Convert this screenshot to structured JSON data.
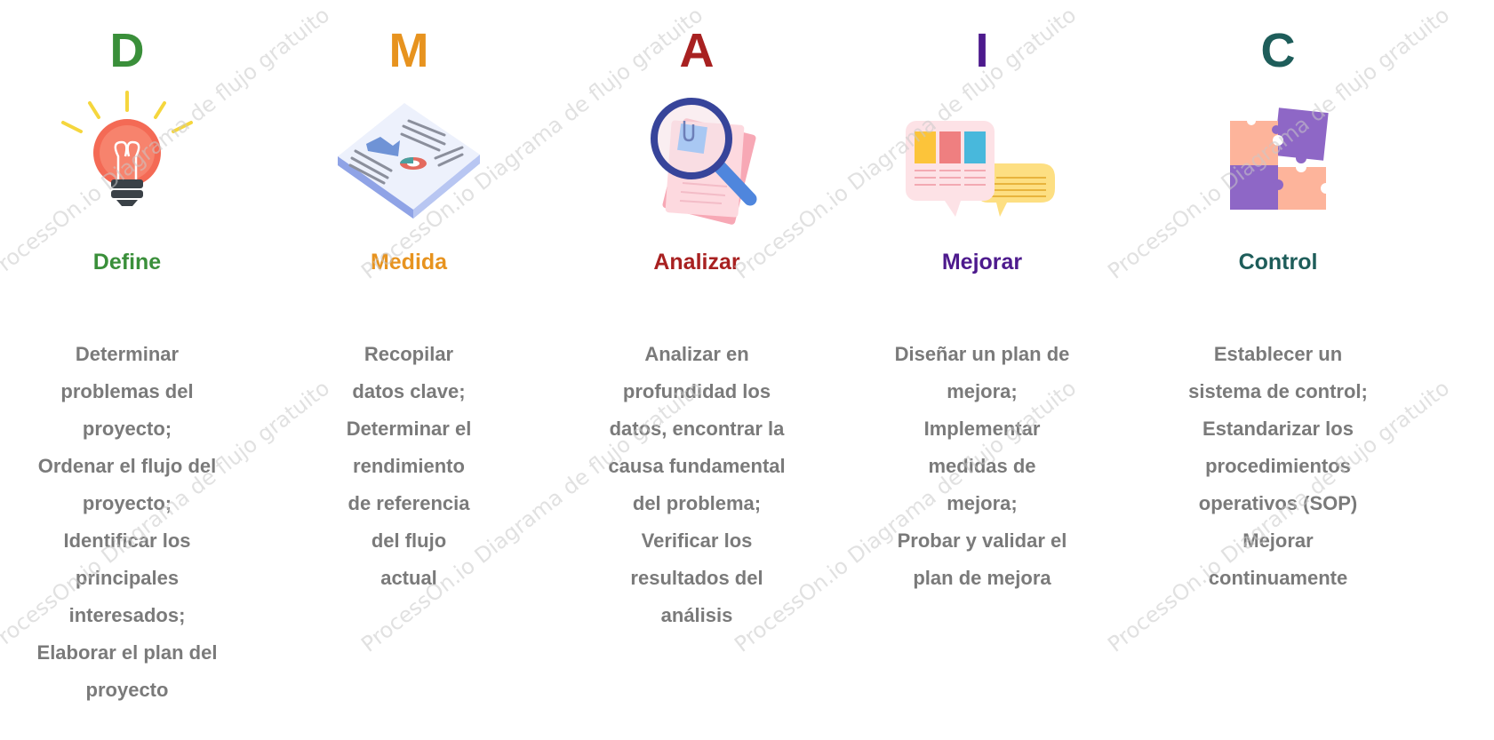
{
  "watermark_text": "ProcessOn.io Diagrama de flujo gratuito",
  "steps": [
    {
      "letter": "D",
      "title": "Define",
      "color": "#3a8f3a",
      "icon": "lightbulb-icon",
      "desc": [
        "Determinar",
        "problemas del",
        "proyecto;",
        "Ordenar el flujo del",
        "proyecto;",
        "Identificar los",
        "principales",
        "interesados;",
        "Elaborar el plan del",
        "proyecto"
      ]
    },
    {
      "letter": "M",
      "title": "Medida",
      "color": "#e7931f",
      "icon": "document-report-icon",
      "desc": [
        "Recopilar",
        "datos clave;",
        "Determinar el",
        "rendimiento",
        "de referencia",
        "del flujo",
        "actual"
      ]
    },
    {
      "letter": "A",
      "title": "Analizar",
      "color": "#a82121",
      "icon": "magnifier-icon",
      "desc": [
        "Analizar en",
        "profundidad los",
        "datos, encontrar la",
        "causa fundamental",
        "del problema;",
        "Verificar los",
        "resultados del",
        "análisis"
      ]
    },
    {
      "letter": "I",
      "title": "Mejorar",
      "color": "#4d1a8d",
      "icon": "chat-board-icon",
      "desc": [
        "Diseñar un plan de",
        "mejora;",
        "Implementar",
        "medidas de",
        "mejora;",
        "Probar y validar el",
        "plan de mejora"
      ]
    },
    {
      "letter": "C",
      "title": "Control",
      "color": "#1e5d5a",
      "icon": "puzzle-icon",
      "desc": [
        "Establecer un",
        "sistema de control;",
        "Estandarizar los",
        "procedimientos",
        "operativos (SOP)",
        "Mejorar",
        "continuamente"
      ]
    }
  ]
}
